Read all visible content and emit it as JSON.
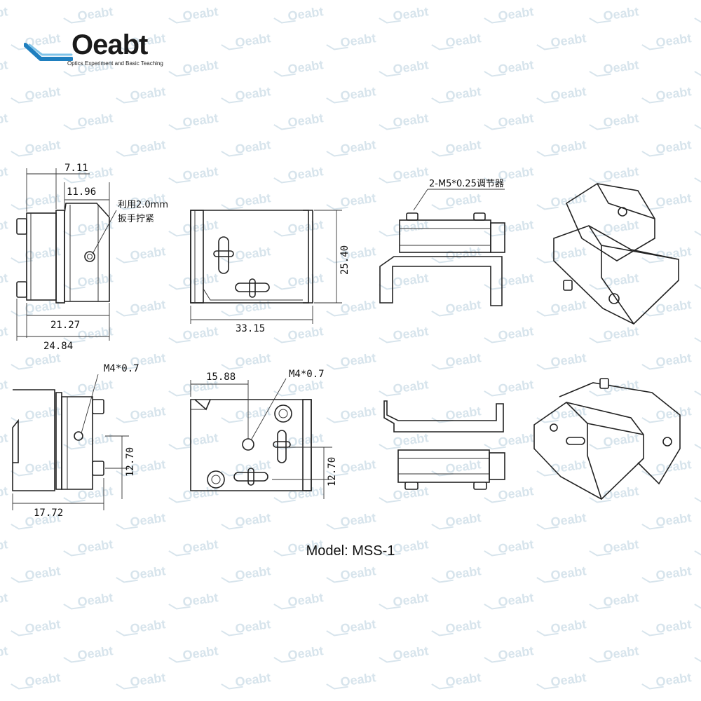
{
  "brand": {
    "name": "Oeabt",
    "tagline": "Optics Experiment and Basic Teaching",
    "colors": {
      "logo_blue": "#1f7fbf",
      "logo_light": "#7ec3e8",
      "watermark": "#d7e4ec"
    }
  },
  "dimensions": {
    "side_top_width": "7.11",
    "side_top_inner": "11.96",
    "side_bottom_inner": "21.27",
    "side_bottom_total": "24.84",
    "front_height": "25.40",
    "front_width": "33.15",
    "bottom_side_width": "17.72",
    "bottom_side_height": "12.70",
    "bottom_front_offset": "15.88",
    "bottom_front_height": "12.70"
  },
  "notes": {
    "wrench_line1": "利用2.0mm",
    "wrench_line2": "扳手拧紧",
    "adjuster": "2-M5*0.25调节器",
    "thread_left": "M4*0.7",
    "thread_right": "M4*0.7"
  },
  "model": "Model: MSS-1"
}
